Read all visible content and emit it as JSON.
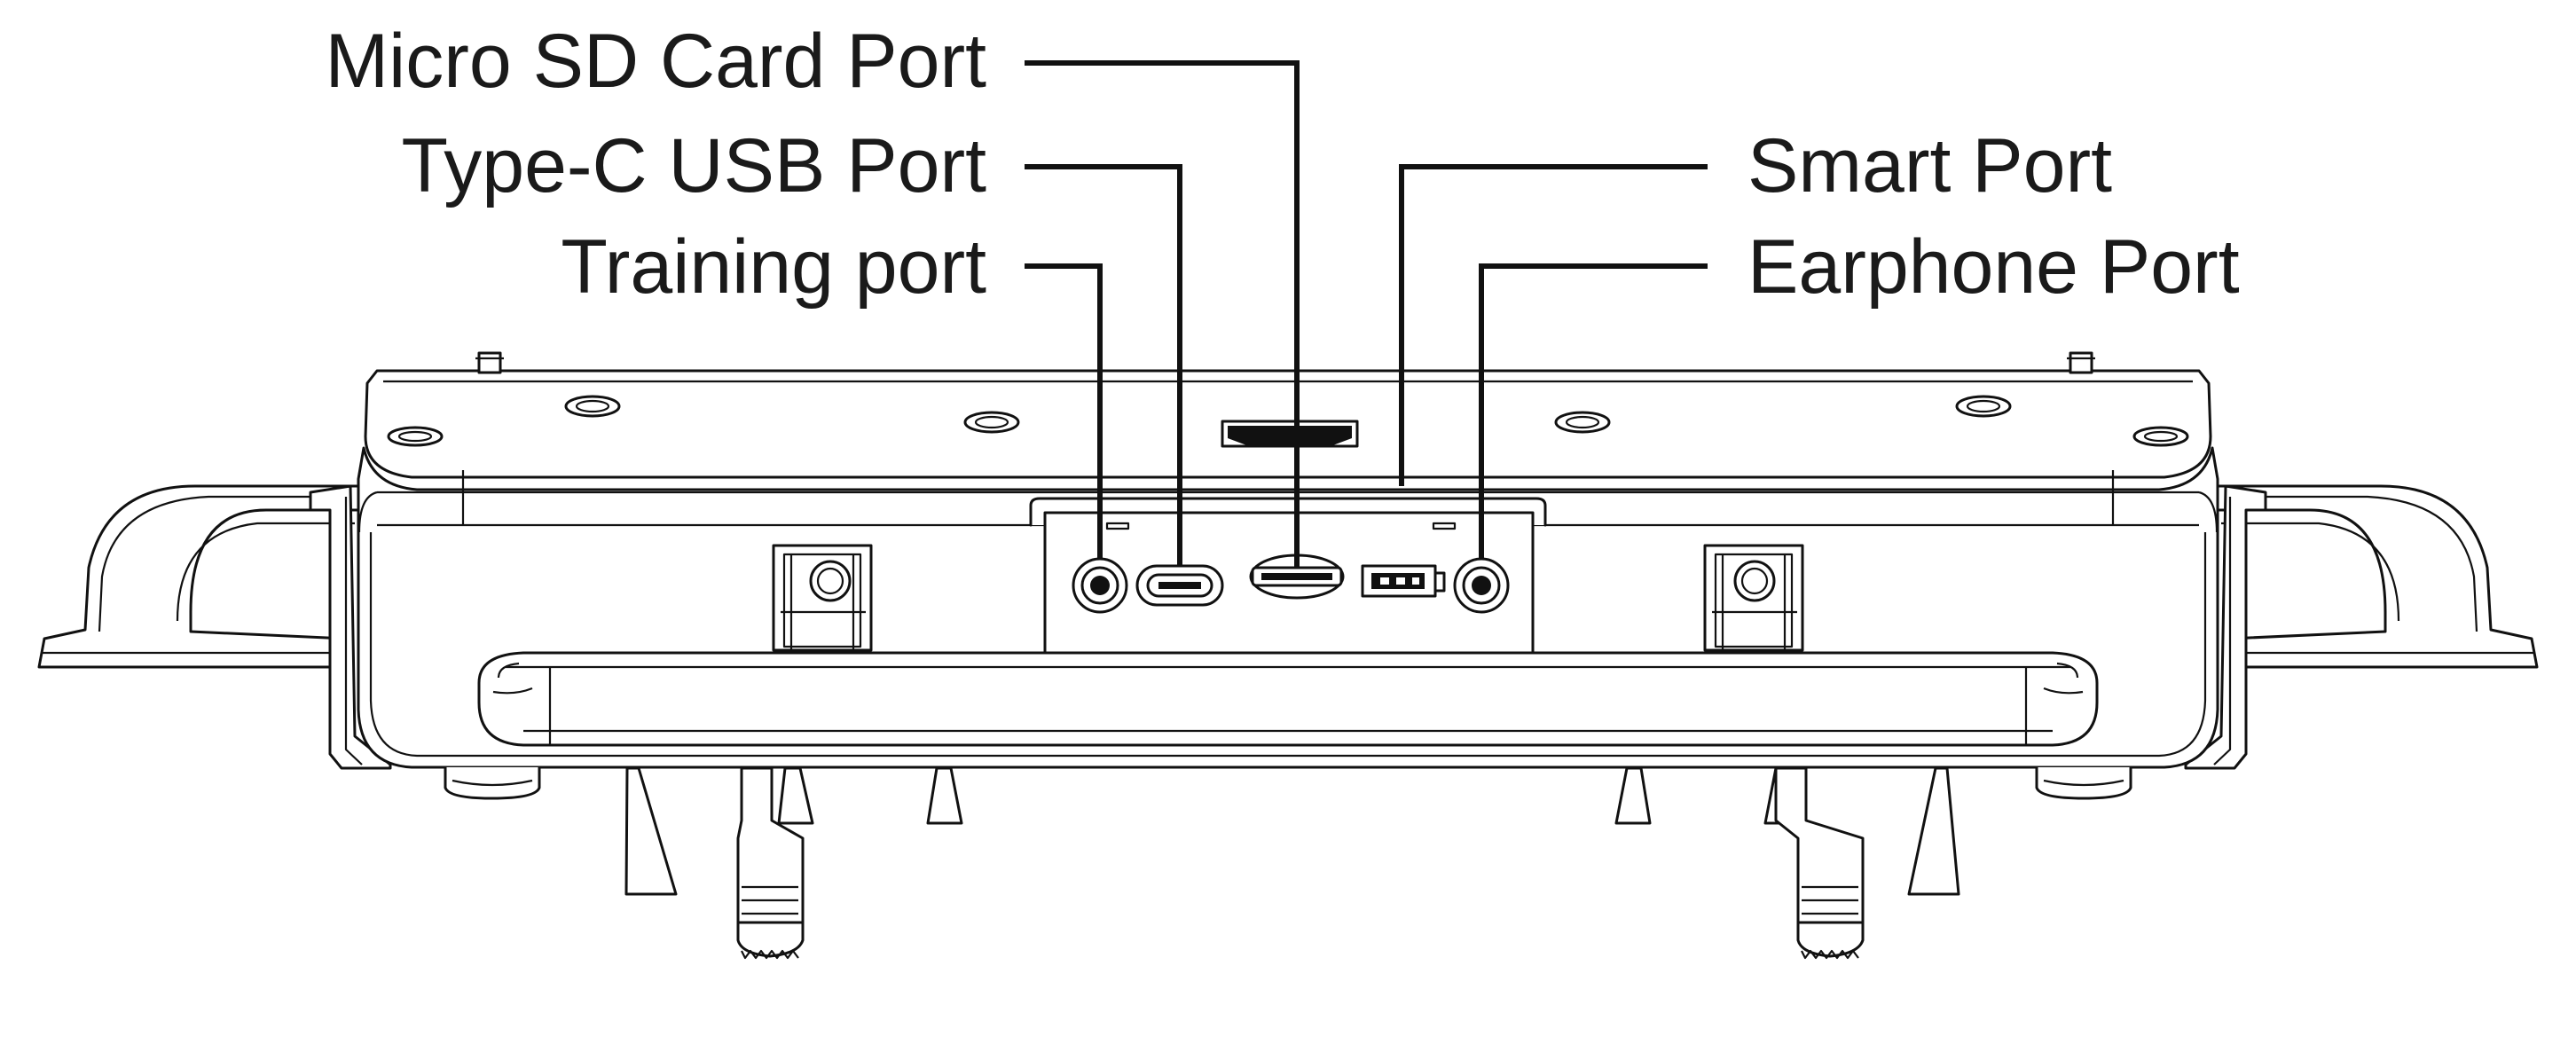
{
  "labels": {
    "micro_sd": "Micro SD Card Port",
    "type_c": "Type-C USB Port",
    "training": "Training port",
    "smart": "Smart Port",
    "earphone": "Earphone Port"
  },
  "colors": {
    "line": "#111111",
    "text": "#1a1a1a",
    "background": "#ffffff"
  }
}
